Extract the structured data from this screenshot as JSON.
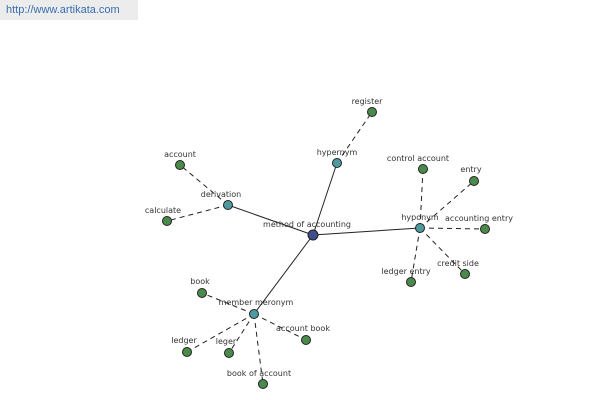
{
  "header": {
    "site_url": "http://www.artikata.com"
  },
  "graph": {
    "center": {
      "id": "center",
      "label": "method of accounting",
      "color": "#3f4d8c"
    },
    "relations": [
      {
        "id": "hypernym",
        "label": "hypernym",
        "color": "#4f9aa0",
        "terms": [
          {
            "id": "register",
            "label": "register"
          }
        ]
      },
      {
        "id": "derivation",
        "label": "derivation",
        "color": "#4f9aa0",
        "terms": [
          {
            "id": "account",
            "label": "account"
          },
          {
            "id": "calculate",
            "label": "calculate"
          }
        ]
      },
      {
        "id": "hyponym",
        "label": "hyponym",
        "color": "#4f9aa0",
        "terms": [
          {
            "id": "control-account",
            "label": "control account"
          },
          {
            "id": "entry",
            "label": "entry"
          },
          {
            "id": "accounting-entry",
            "label": "accounting entry"
          },
          {
            "id": "credit-side",
            "label": "credit side"
          },
          {
            "id": "ledger-entry",
            "label": "ledger entry"
          }
        ]
      },
      {
        "id": "member-meronym",
        "label": "member meronym",
        "color": "#4f9aa0",
        "terms": [
          {
            "id": "book",
            "label": "book"
          },
          {
            "id": "account-book",
            "label": "account book"
          },
          {
            "id": "book-of-account",
            "label": "book of account"
          },
          {
            "id": "leger",
            "label": "leger"
          },
          {
            "id": "ledger",
            "label": "ledger"
          }
        ]
      }
    ],
    "term_color": "#4a8a4a"
  }
}
